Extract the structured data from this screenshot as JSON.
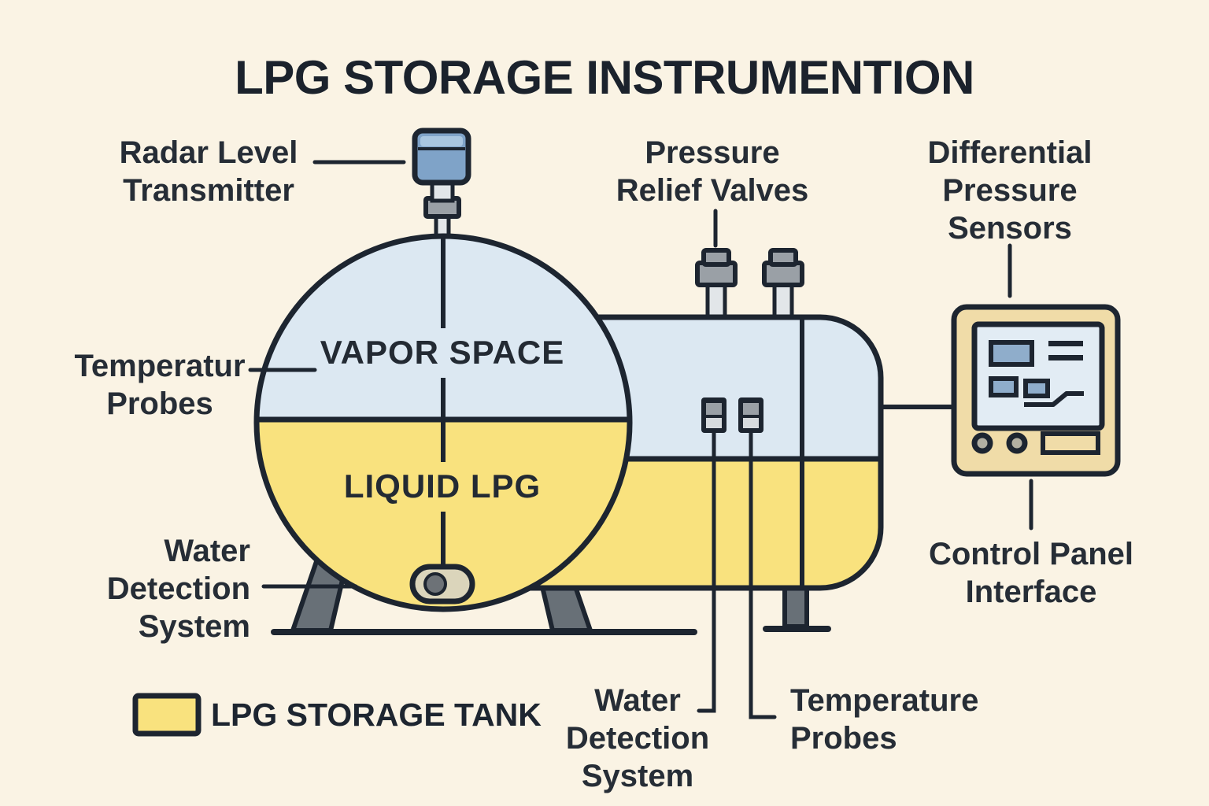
{
  "title": "LPG STORAGE INSTRUMENTION",
  "tank": {
    "vapor_label": "VAPOR SPACE",
    "liquid_label": "LIQUID LPG"
  },
  "labels": {
    "radar": "Radar Level\nTransmitter",
    "pressure_relief": "Pressure\nRelief Valves",
    "differential": "Differential\nPressure\nSensors",
    "temperature_left": "Temperatur\nProbes",
    "water_left": "Water\nDetection\nSystem",
    "control_panel": "Control Panel\nInterface",
    "water_bottom": "Water\nDetection\nSystem",
    "temperature_bottom": "Temperature\nProbes"
  },
  "legend": {
    "label": "LPG STORAGE TANK",
    "swatch_color": "#f9e27e"
  },
  "colors": {
    "background": "#faf3e4",
    "outline": "#1d2530",
    "vapor_blue": "#dce8f2",
    "liquid_yellow": "#f9e27e",
    "panel_tan": "#f0dca8",
    "screen_blue": "#e2ecf4",
    "widget_blue": "#8fadcb",
    "transmitter_blue": "#7fa3c8",
    "transmitter_stripe": "#a9c6e0",
    "metal_light": "#e2e6e9",
    "metal_gray": "#9aa0a6",
    "leg_gray": "#687077",
    "capsule_beige": "#dbd5bb",
    "knob_center": "#b3b0a2"
  }
}
